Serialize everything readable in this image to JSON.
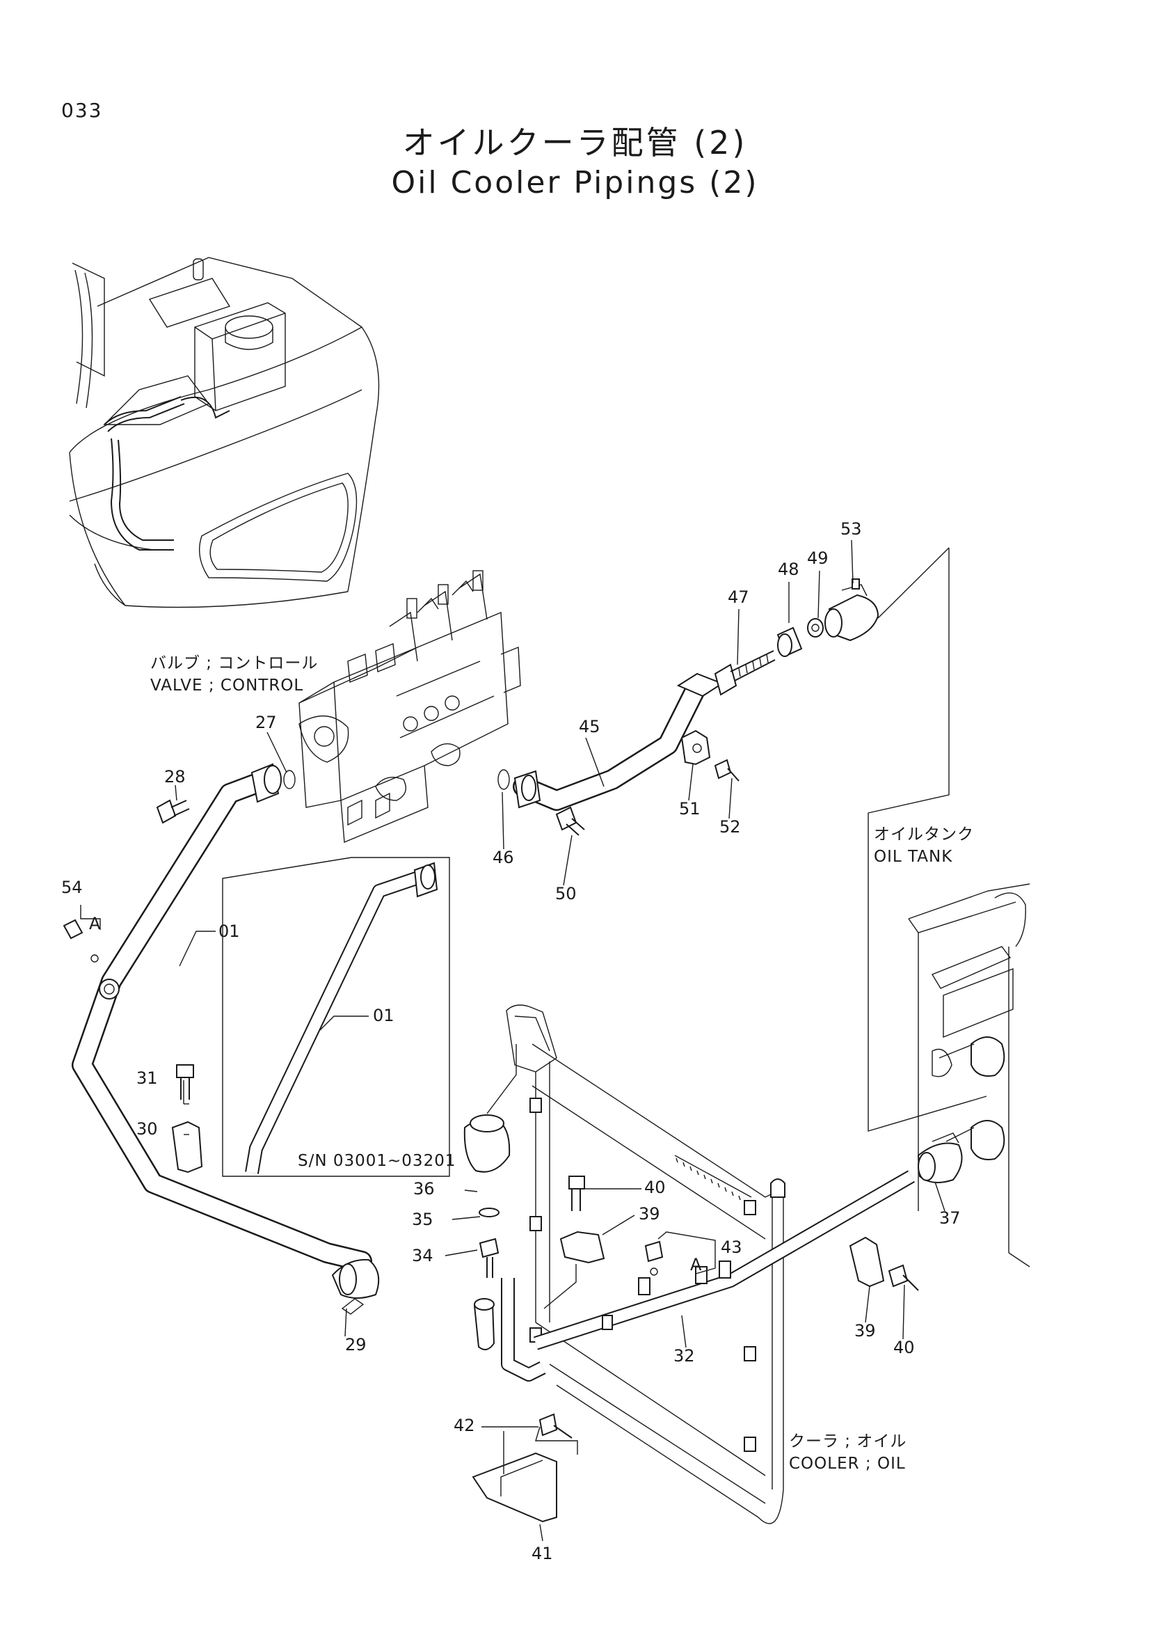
{
  "page_number": "033",
  "title": {
    "japanese": "オイルクーラ配管 (2)",
    "english": "Oil Cooler Pipings (2)"
  },
  "captions": {
    "valve_jp": "バルブ ; コントロール",
    "valve_en": "VALVE ; CONTROL",
    "tank_jp": "オイルタンク",
    "tank_en": "OIL  TANK",
    "cooler_jp": "クーラ ; オイル",
    "cooler_en": "COOLER ; OIL",
    "serial_range": "S/N 03001~03201"
  },
  "reference_marks": [
    "A",
    "A"
  ],
  "part_numbers": [
    "01",
    "01",
    "27",
    "28",
    "29",
    "30",
    "31",
    "32",
    "34",
    "35",
    "36",
    "37",
    "39",
    "39",
    "40",
    "40",
    "41",
    "42",
    "43",
    "45",
    "46",
    "47",
    "48",
    "49",
    "50",
    "51",
    "52",
    "53",
    "54"
  ]
}
